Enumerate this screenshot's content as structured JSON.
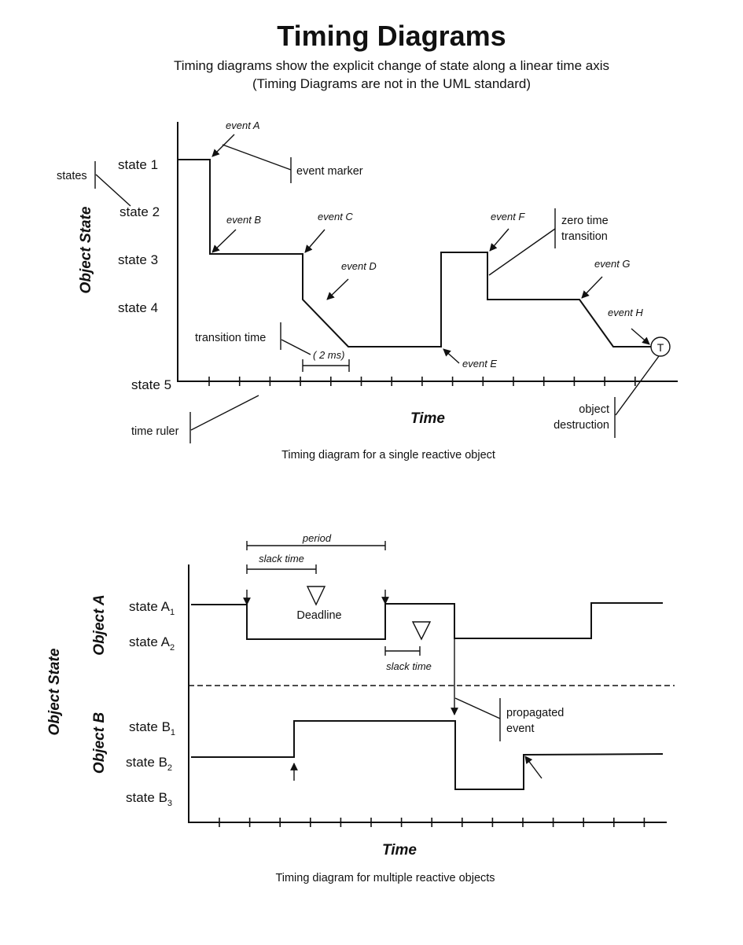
{
  "title": "Timing Diagrams",
  "subtitle_line1": "Timing diagrams show the explicit change of state along a linear time axis",
  "subtitle_line2": "(Timing Diagrams are not in the UML standard)",
  "diagram1": {
    "caption": "Timing diagram for a single reactive object",
    "y_axis_label": "Object State",
    "x_axis_label": "Time",
    "states": [
      "state 1",
      "state 2",
      "state 3",
      "state 4",
      "state 5"
    ],
    "events": [
      "event A",
      "event B",
      "event C",
      "event D",
      "event E",
      "event F",
      "event G",
      "event H"
    ],
    "annotations": {
      "states": "states",
      "event_marker": "event marker",
      "transition_time": "transition time",
      "duration": "( 2 ms)",
      "zero_time_1": "zero time",
      "zero_time_2": "transition",
      "destruction_1": "object",
      "destruction_2": "destruction",
      "time_ruler": "time ruler",
      "terminator": "T"
    }
  },
  "diagram2": {
    "caption": "Timing diagram for multiple reactive objects",
    "y_axis_label": "Object State",
    "x_axis_label": "Time",
    "object_a": {
      "label": "Object A",
      "states": [
        {
          "name": "state A",
          "sub": "1"
        },
        {
          "name": "state A",
          "sub": "2"
        }
      ]
    },
    "object_b": {
      "label": "Object B",
      "states": [
        {
          "name": "state B",
          "sub": "1"
        },
        {
          "name": "state B",
          "sub": "2"
        },
        {
          "name": "state B",
          "sub": "3"
        }
      ]
    },
    "annotations": {
      "period": "period",
      "slack_time": "slack time",
      "deadline": "Deadline",
      "slack_time_2": "slack time",
      "propagated_1": "propagated",
      "propagated_2": "event"
    }
  }
}
